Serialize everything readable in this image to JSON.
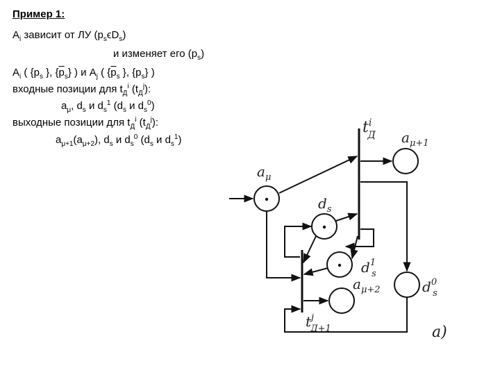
{
  "text": {
    "title": "Пример 1:",
    "line1_pre": "A",
    "line1_i": "i",
    "line1_mid": " зависит от  ЛУ (p",
    "line1_s": "s",
    "line1_eps": "ϵD",
    "line1_s2": "s",
    "line1_close": ")",
    "line2_text": "и изменяет его (p",
    "line2_s": "s",
    "line2_close": ")",
    "line3_a": "A",
    "line3_i": "i",
    "line3_b": " ( {p",
    "line3_s1": "s",
    "line3_c": " }, {",
    "line3_ps_bar": "p",
    "line3_s2": "s",
    "line3_d": "} ) и A",
    "line3_j": "j",
    "line3_e": " ( {",
    "line3_ps_bar2": "p",
    "line3_s3": "s",
    "line3_f": " }, {p",
    "line3_s4": "s",
    "line3_g": "} )",
    "line4_a": "входные позиции для t",
    "line4_d": "Д",
    "line4_i": "i",
    "line4_b": " (t",
    "line4_d2": "Д",
    "line4_j": "j",
    "line4_c": "):",
    "line5_a": "a",
    "line5_mu": "μ",
    "line5_b": ", d",
    "line5_s": "s",
    "line5_c": " и d",
    "line5_s2": "s",
    "line5_1": "1",
    "line5_d": " (d",
    "line5_s3": "s",
    "line5_e": " и d",
    "line5_s4": "s",
    "line5_0": "0",
    "line5_f": ")",
    "line6_a": "выходные позиции для t",
    "line6_d": "Д",
    "line6_i": "i",
    "line6_b": " (t",
    "line6_d2": "Д",
    "line6_j": "j",
    "line6_c": "):",
    "line7_a": "a",
    "line7_mu1": "μ+1",
    "line7_b": "(a",
    "line7_mu2": "μ+2",
    "line7_c": "), d",
    "line7_s": "s",
    "line7_d": " и d",
    "line7_s2": "s",
    "line7_0": "0",
    "line7_e": " (d",
    "line7_s3": "s",
    "line7_f": " и d",
    "line7_s4": "s",
    "line7_1": "1",
    "line7_g": ")"
  },
  "diagram": {
    "label_t_top": "t",
    "label_t_top_sup": "i",
    "label_t_top_sub": "Д",
    "label_a_mu1": "a",
    "label_a_mu1_sub": "μ+1",
    "label_a_mu": "a",
    "label_a_mu_sub": "μ",
    "label_ds": "d",
    "label_ds_sub": "s",
    "label_ds1": "d",
    "label_ds1_sup": "1",
    "label_ds1_sub": "s",
    "label_a_mu2": "a",
    "label_a_mu2_sub": "μ+2",
    "label_ds0": "d",
    "label_ds0_sup": "0",
    "label_ds0_sub": "s",
    "label_t_bot": "t",
    "label_t_bot_sup": "j",
    "label_t_bot_sub": "Д+1",
    "figure_label": "a)"
  }
}
